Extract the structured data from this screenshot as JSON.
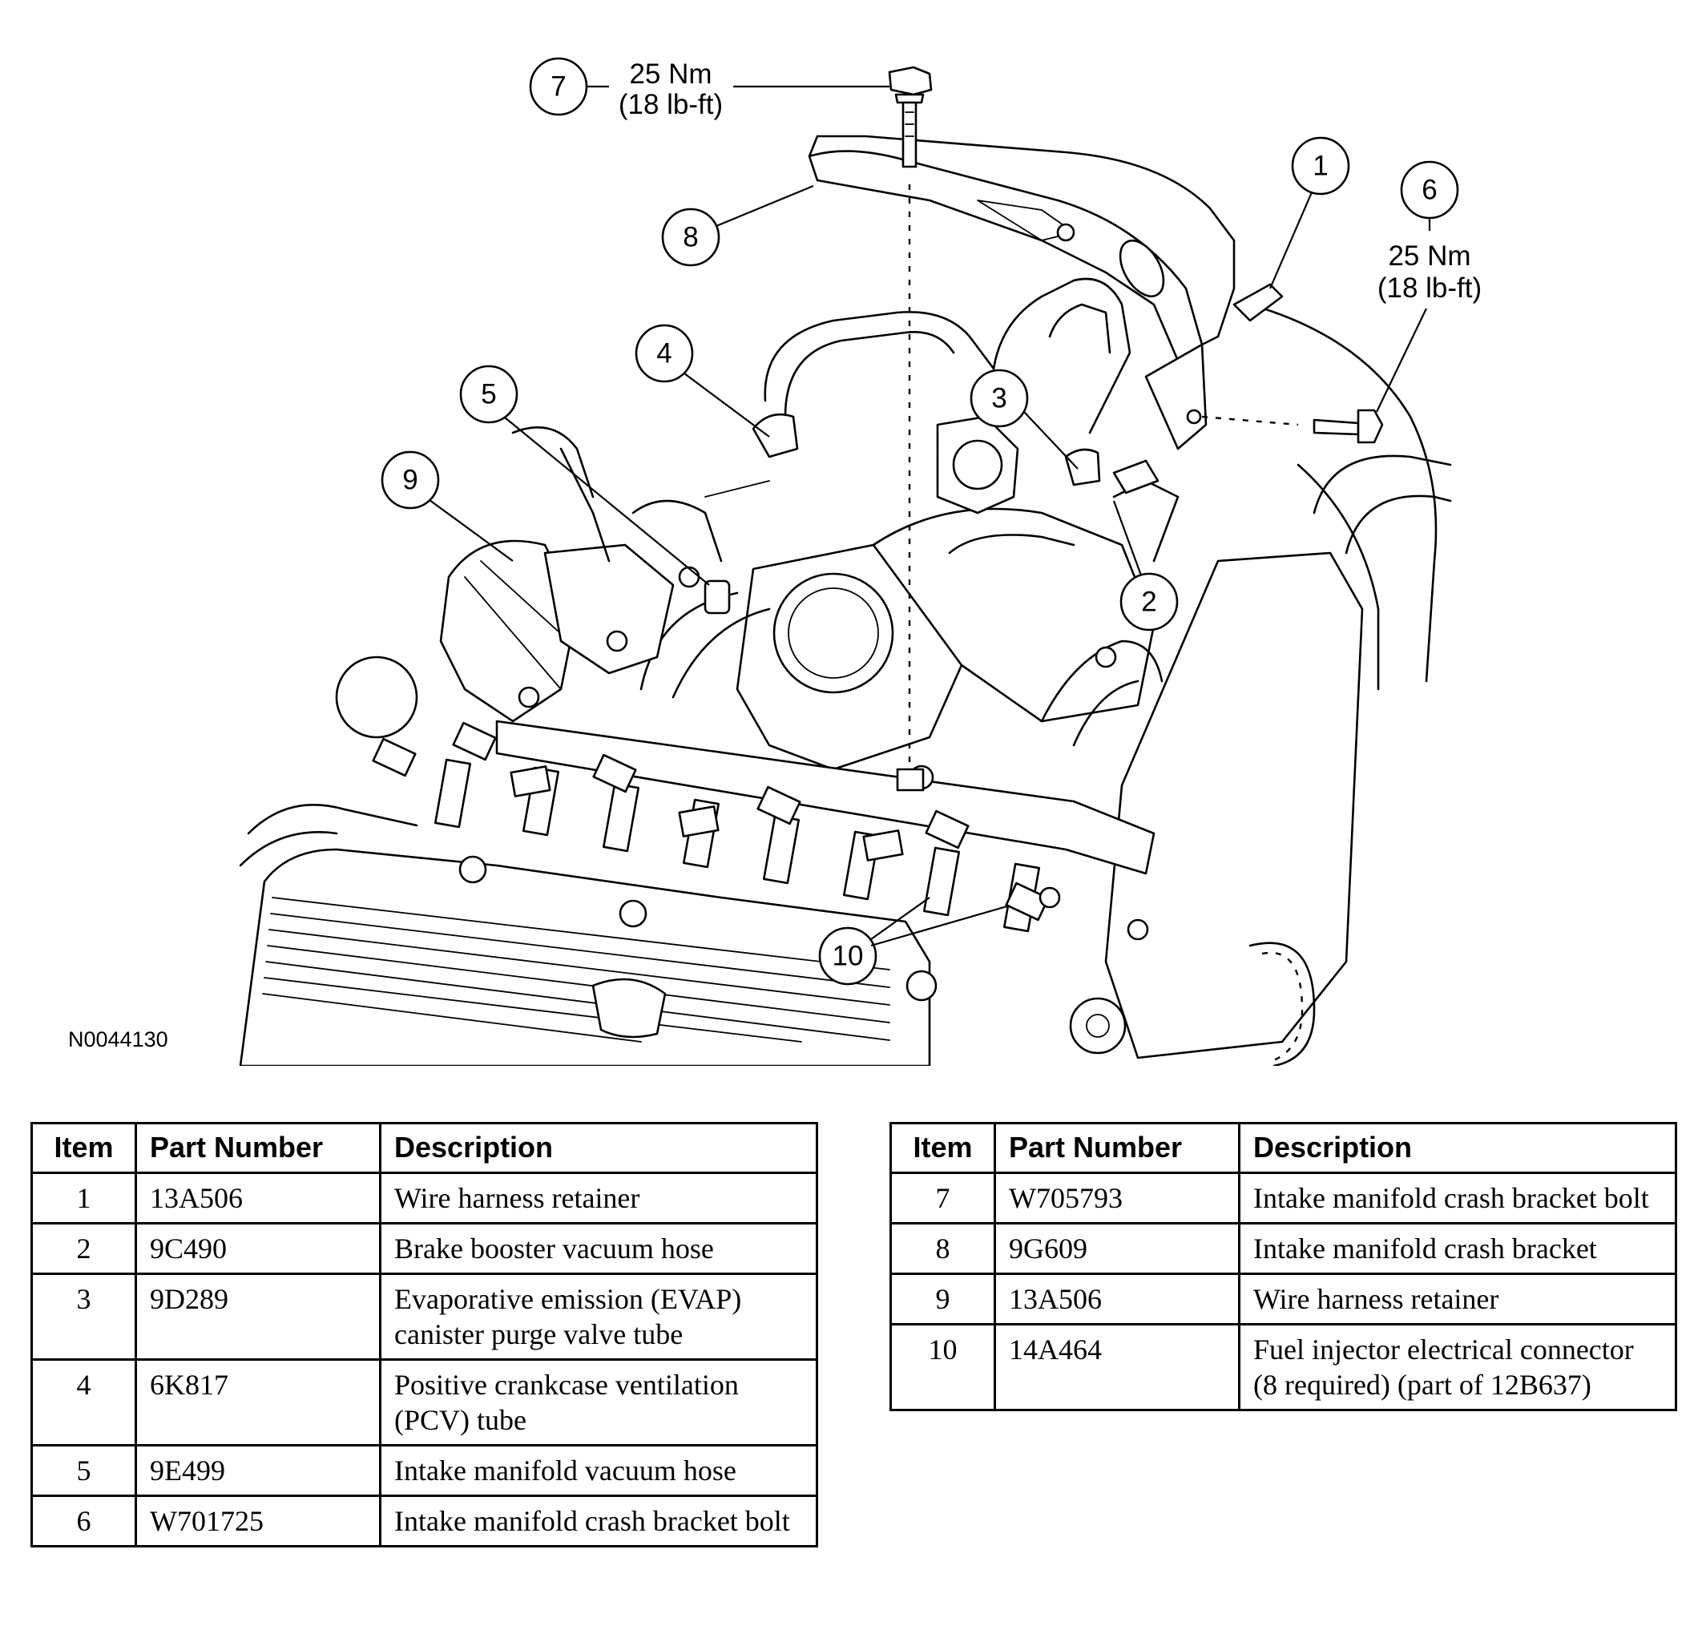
{
  "figure": {
    "id": "N0044130",
    "torque_bolt_top": {
      "nm": "25 Nm",
      "lbft": "(18 lb-ft)"
    },
    "torque_bolt_right": {
      "nm": "25 Nm",
      "lbft": "(18 lb-ft)"
    },
    "callouts": [
      "1",
      "2",
      "3",
      "4",
      "5",
      "6",
      "7",
      "8",
      "9",
      "10"
    ]
  },
  "table": {
    "headers": {
      "item": "Item",
      "part": "Part Number",
      "desc": "Description"
    },
    "left_rows": [
      {
        "item": "1",
        "part": "13A506",
        "desc": "Wire harness retainer"
      },
      {
        "item": "2",
        "part": "9C490",
        "desc": "Brake booster vacuum hose"
      },
      {
        "item": "3",
        "part": "9D289",
        "desc": "Evaporative emission (EVAP) canister purge valve tube"
      },
      {
        "item": "4",
        "part": "6K817",
        "desc": "Positive crankcase ventilation (PCV) tube"
      },
      {
        "item": "5",
        "part": "9E499",
        "desc": "Intake manifold vacuum hose"
      },
      {
        "item": "6",
        "part": "W701725",
        "desc": "Intake manifold crash bracket bolt"
      }
    ],
    "right_rows": [
      {
        "item": "7",
        "part": "W705793",
        "desc": "Intake manifold crash bracket bolt"
      },
      {
        "item": "8",
        "part": "9G609",
        "desc": "Intake manifold crash bracket"
      },
      {
        "item": "9",
        "part": "13A506",
        "desc": "Wire harness retainer"
      },
      {
        "item": "10",
        "part": "14A464",
        "desc": "Fuel injector electrical connector (8 required) (part of 12B637)"
      }
    ]
  }
}
